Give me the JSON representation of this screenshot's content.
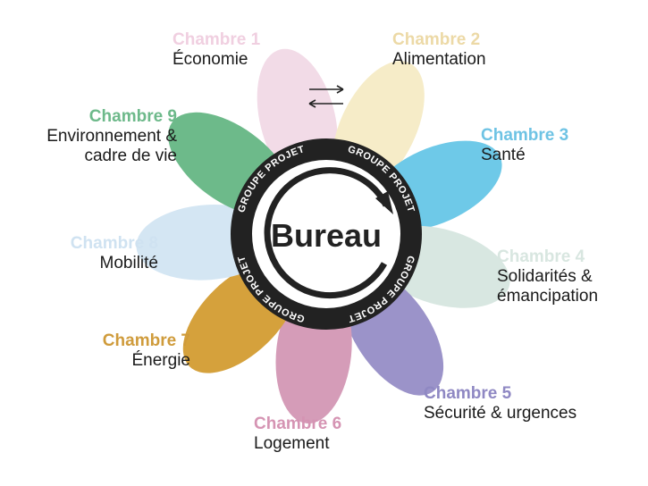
{
  "center": {
    "title": "Bureau",
    "ring_text": "GROUPE PROJET"
  },
  "chambers": [
    {
      "title": "Chambre 1",
      "subtitle_lines": [
        "Économie"
      ],
      "color": "#f2dbe7"
    },
    {
      "title": "Chambre 2",
      "subtitle_lines": [
        "Alimentation"
      ],
      "color": "#f6ecc8"
    },
    {
      "title": "Chambre 3",
      "subtitle_lines": [
        "Santé"
      ],
      "color": "#6ec9e8"
    },
    {
      "title": "Chambre 4",
      "subtitle_lines": [
        "Solidarités &",
        "émancipation"
      ],
      "color": "#d8e7e1"
    },
    {
      "title": "Chambre 5",
      "subtitle_lines": [
        "Sécurité & urgences"
      ],
      "color": "#9b93c9"
    },
    {
      "title": "Chambre 6",
      "subtitle_lines": [
        "Logement"
      ],
      "color": "#d59cb8"
    },
    {
      "title": "Chambre 7",
      "subtitle_lines": [
        "Énergie"
      ],
      "color": "#d5a13c"
    },
    {
      "title": "Chambre 8",
      "subtitle_lines": [
        "Mobilité"
      ],
      "color": "#d4e6f3"
    },
    {
      "title": "Chambre 9",
      "subtitle_lines": [
        "Environnement &",
        "cadre de vie"
      ],
      "color": "#6dba8a"
    }
  ],
  "title_colors": [
    "#f0cfe0",
    "#ecd9a6",
    "#6ec3e4",
    "#d8e6e0",
    "#8f88c3",
    "#d594b3",
    "#cf9b3b",
    "#cfe2f1",
    "#6db98a"
  ]
}
